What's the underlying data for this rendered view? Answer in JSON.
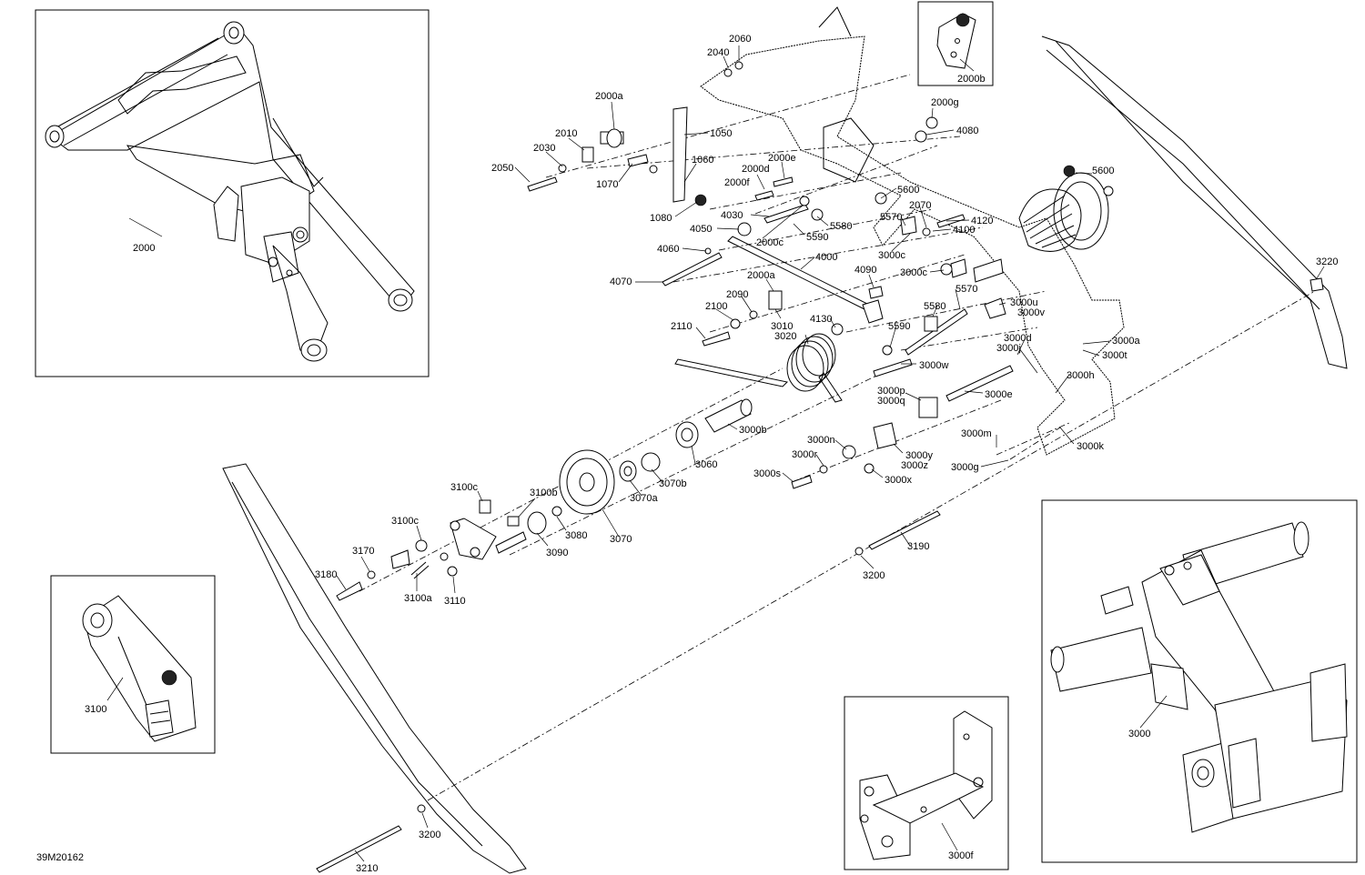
{
  "doc_code": "39M20162",
  "callouts": {
    "c2000": "2000",
    "c2000b": "2000b",
    "c2060": "2060",
    "c2040": "2040",
    "c2000a_top": "2000a",
    "c1050": "1050",
    "c2010": "2010",
    "c2030": "2030",
    "c2050": "2050",
    "c1070": "1070",
    "c1060": "1060",
    "c1080": "1080",
    "c2000e": "2000e",
    "c2000d": "2000d",
    "c2000f": "2000f",
    "c2000g": "2000g",
    "c4080": "4080",
    "c5600_mid": "5600",
    "c5600_right": "5600",
    "c4030": "4030",
    "c4050": "4050",
    "c2000c_left": "2000c",
    "c5580_top": "5580",
    "c5590_top": "5590",
    "c5570_top": "5570",
    "c2070": "2070",
    "c4120": "4120",
    "c4100": "4100",
    "c3000c_top": "3000c",
    "c4060": "4060",
    "c4000": "4000",
    "c4070": "4070",
    "c3000c_mid": "3000c",
    "c4090": "4090",
    "c2000a_mid": "2000a",
    "c2090": "2090",
    "c2100": "2100",
    "c2110": "2110",
    "c3010": "3010",
    "c3020": "3020",
    "c4130": "4130",
    "c5570_mid": "5570",
    "c5580_mid": "5580",
    "c5590_mid": "5590",
    "c3000u": "3000u",
    "c3000v": "3000v",
    "c3000w": "3000w",
    "c3000d": "3000d",
    "c3000j": "3000j",
    "c3000a": "3000a",
    "c3000t": "3000t",
    "c3000h": "3000h",
    "c3220": "3220",
    "c3000e": "3000e",
    "c3000p": "3000p",
    "c3000q": "3000q",
    "c3000b": "3000b",
    "c3000m": "3000m",
    "c3000k": "3000k",
    "c3000n": "3000n",
    "c3000r": "3000r",
    "c3000y": "3000y",
    "c3000z": "3000z",
    "c3000g": "3000g",
    "c3000s": "3000s",
    "c3000x": "3000x",
    "c3060": "3060",
    "c3070b": "3070b",
    "c3070a": "3070a",
    "c3070": "3070",
    "c3100c_top": "3100c",
    "c3100b": "3100b",
    "c3100c_mid": "3100c",
    "c3080": "3080",
    "c3090": "3090",
    "c3170": "3170",
    "c3180": "3180",
    "c3100a": "3100a",
    "c3110": "3110",
    "c3190": "3190",
    "c3200_mid": "3200",
    "c3200_low": "3200",
    "c3210": "3210",
    "c3100": "3100",
    "c3000_inset": "3000",
    "c3000f": "3000f"
  },
  "insets": {
    "front_arm": "2000",
    "bracket_detail": "2000b",
    "pivot_arm": "3100",
    "rear_arm_assembly": "3000",
    "plate_detail": "3000f"
  }
}
